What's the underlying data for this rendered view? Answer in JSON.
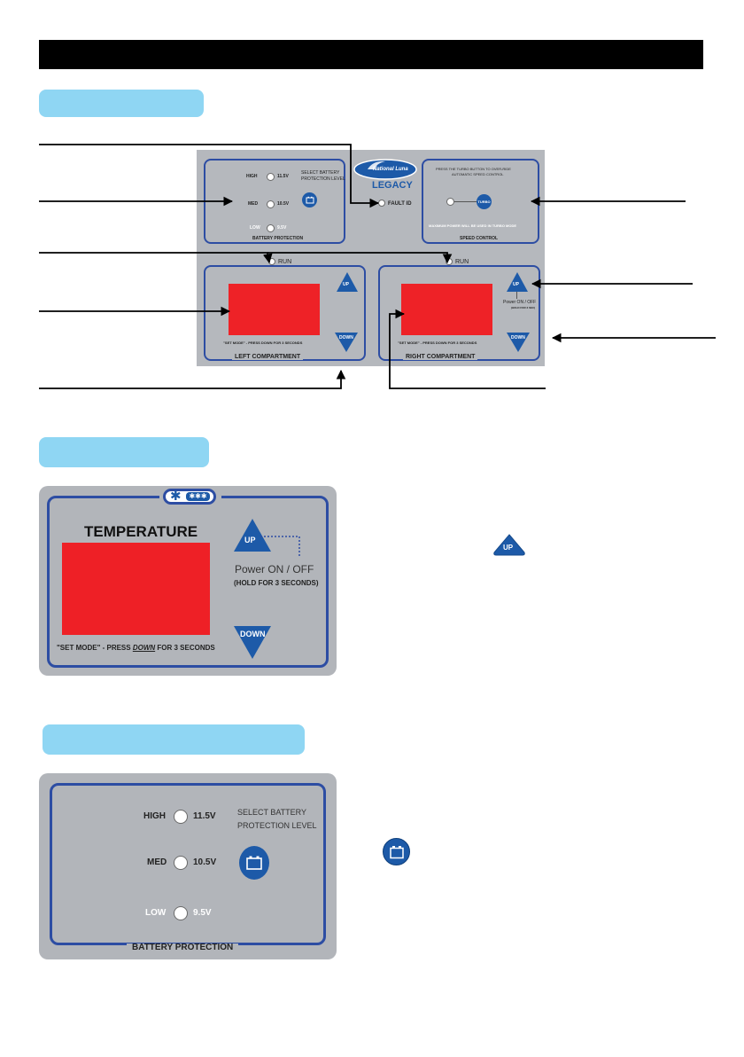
{
  "diagram": {
    "logo": {
      "brand": "National Luna",
      "product": "LEGACY"
    },
    "battery_protection": {
      "levels": [
        {
          "name": "HIGH",
          "voltage": "11.5V"
        },
        {
          "name": "MED",
          "voltage": "10.5V"
        },
        {
          "name": "LOW",
          "voltage": "9.5V"
        }
      ],
      "select_text_line1": "SELECT BATTERY",
      "select_text_line2": "PROTECTION LEVEL",
      "title": "BATTERY PROTECTION"
    },
    "fault_id": "FAULT ID",
    "speed_control": {
      "text_line1": "PRESS THE TURBO BUTTON TO OVER-RIDE",
      "text_line2": "AUTOMATIC SPEED CONTROL",
      "turbo_label": "TURBO",
      "max_power_text": "MAXIMUM POWER WILL BE USED IN TURBO MODE",
      "title": "SPEED CONTROL"
    },
    "run_label": "RUN",
    "up_label": "UP",
    "down_label": "DOWN",
    "power_label": "Power ON / OFF",
    "hold_label": "(HOLD FOR 3 SEC)",
    "set_mode_text": "\"SET MODE\" - PRESS DOWN FOR 3 SECONDS",
    "left_title": "LEFT COMPARTMENT",
    "right_title": "RIGHT COMPARTMENT"
  },
  "temperature_panel": {
    "badge_symbol": "✱",
    "title": "TEMPERATURE",
    "up_label": "UP",
    "down_label": "DOWN",
    "power_label": "Power ON / OFF",
    "hold_label": "(HOLD FOR 3 SECONDS)",
    "set_mode_prefix": "\"SET MODE\" - PRESS ",
    "set_mode_key": "DOWN",
    "set_mode_suffix": " FOR 3 SECONDS"
  },
  "battery_panel": {
    "levels": [
      {
        "name": "HIGH",
        "voltage": "11.5V"
      },
      {
        "name": "MED",
        "voltage": "10.5V"
      },
      {
        "name": "LOW",
        "voltage": "9.5V"
      }
    ],
    "select_line1": "SELECT BATTERY",
    "select_line2": "PROTECTION LEVEL",
    "title": "BATTERY PROTECTION"
  },
  "inline_up_icon": "UP",
  "colors": {
    "display_red": "#ee2227",
    "panel_grey": "#b5b8bd",
    "frame_blue": "#2d4da3",
    "button_blue": "#1d5aa8",
    "heading_pill": "#8fd6f3"
  }
}
